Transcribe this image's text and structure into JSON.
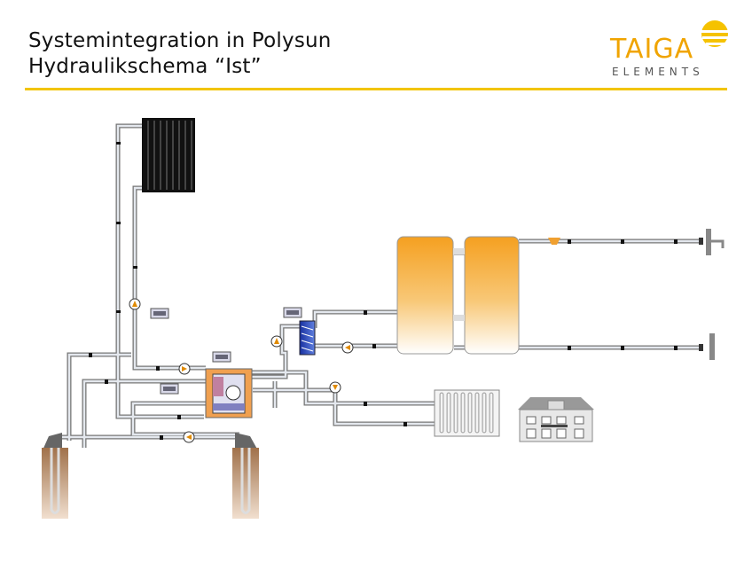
{
  "header": {
    "title_line1": "Systemintegration in Polysun",
    "title_line2": "Hydraulikschema “Ist”",
    "accent_color": "#f2c400"
  },
  "logo": {
    "wordmark": "TAIGA",
    "subtitle": "ELEMENTS",
    "color": "#f0a400"
  },
  "diagram": {
    "components": [
      "radiator-icon",
      "storage-tank-icon",
      "heat-pump-icon",
      "heat-exchanger-icon",
      "pump-icon",
      "controller-icon",
      "floor-heating-icon",
      "house-icon",
      "borehole-icon",
      "tap-icon"
    ]
  }
}
